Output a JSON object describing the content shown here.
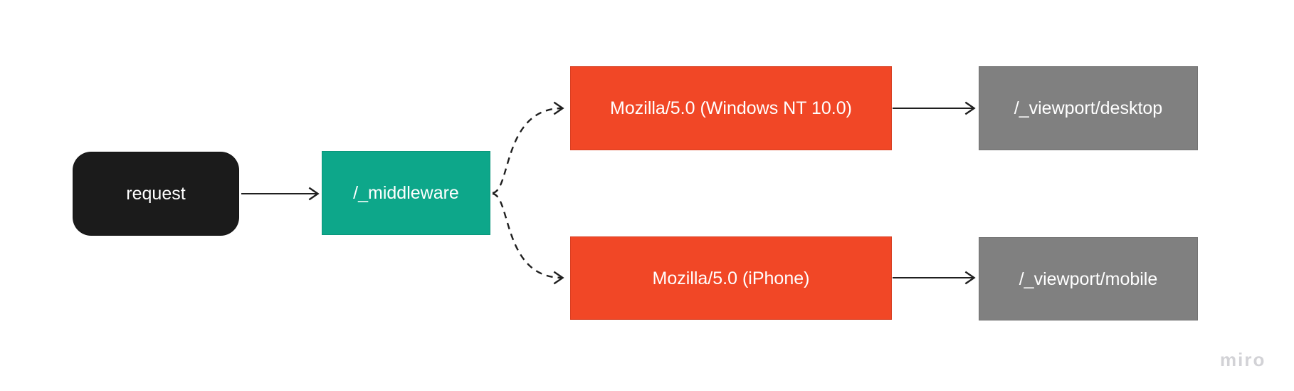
{
  "board": {
    "watermark": "miro",
    "background_color": "#ffffff"
  },
  "palette": {
    "request_fill": "#1b1b1b",
    "middleware_fill": "#0da78a",
    "user_agent_fill": "#f14726",
    "viewport_fill": "#808080",
    "label_color": "#ffffff",
    "connector_color": "#1f1f1f",
    "watermark_color": "#d2d2d6"
  },
  "nodes": [
    {
      "id": "request",
      "label": "request",
      "shape": "rounded-rectangle"
    },
    {
      "id": "middleware",
      "label": "/_middleware",
      "shape": "rectangle"
    },
    {
      "id": "user-agent-desktop",
      "label": "Mozilla/5.0 (Windows NT 10.0)",
      "shape": "rectangle"
    },
    {
      "id": "viewport-desktop",
      "label": "/_viewport/desktop",
      "shape": "rectangle"
    },
    {
      "id": "user-agent-mobile",
      "label": "Mozilla/5.0 (iPhone)",
      "shape": "rectangle"
    },
    {
      "id": "viewport-mobile",
      "label": "/_viewport/mobile",
      "shape": "rectangle"
    }
  ],
  "edges": [
    {
      "from": "request",
      "to": "middleware",
      "style": "solid",
      "arrowhead": "open-chevron"
    },
    {
      "from": "middleware",
      "to": "user-agent-desktop",
      "style": "dashed",
      "arrowhead": "open-chevron"
    },
    {
      "from": "middleware",
      "to": "user-agent-mobile",
      "style": "dashed",
      "arrowhead": "open-chevron"
    },
    {
      "from": "user-agent-desktop",
      "to": "viewport-desktop",
      "style": "solid",
      "arrowhead": "open-chevron"
    },
    {
      "from": "user-agent-mobile",
      "to": "viewport-mobile",
      "style": "solid",
      "arrowhead": "open-chevron"
    }
  ]
}
